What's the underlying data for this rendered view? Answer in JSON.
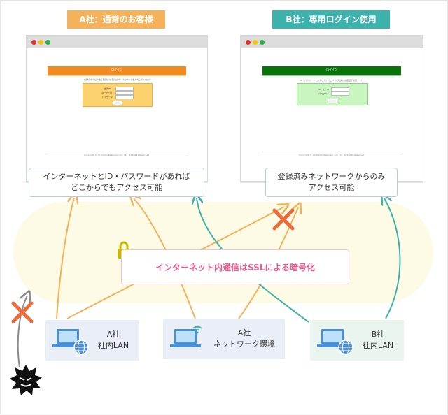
{
  "tags": {
    "a": {
      "label": "A社：通常のお客様",
      "color": "#f5b25b"
    },
    "b": {
      "label": "B社：専用ログイン使用",
      "color": "#3db2ac"
    }
  },
  "screens": {
    "a": {
      "header": "ログイン",
      "intro": "各種のサービスをご利用になるにはID・パスワードを入力してください",
      "id_label": "会員ID",
      "user_label": "ユーザーID",
      "pw_label": "パスワード",
      "button": "ログイン",
      "footer": "Copyright © All Rights Reserved. Co., Ltd. All Rights Reserved."
    },
    "b": {
      "header": "ログイン",
      "intro": "ID・パスワードを入力してください（ご利用には認証が必要です）",
      "user_label": "ユーザーID",
      "pw_label": "パスワード",
      "button": "ログイン",
      "footer": "Copyright © All Rights Reserved. Co., Ltd. All Rights Reserved."
    }
  },
  "captions": {
    "a_line1": "インターネットとID・パスワードがあれば",
    "a_line2": "どこからでもアクセス可能",
    "b_line1": "登録済みネットワークからのみ",
    "b_line2": "アクセス可能"
  },
  "ssl_label": "インターネット内通信はSSLによる暗号化",
  "nodes": {
    "a_lan": {
      "line1": "A社",
      "line2": "社内LAN"
    },
    "a_net": {
      "line1": "A社",
      "line2": "ネットワーク環境"
    },
    "b_lan": {
      "line1": "B社",
      "line2": "社内LAN"
    }
  },
  "colors": {
    "orange": "#f5b25b",
    "teal": "#3db2ac",
    "red_x": "#ee6a3a",
    "lock": "#c9b800"
  },
  "icons": [
    "laptop-icon",
    "globe-icon",
    "wifi-icon",
    "lock-icon",
    "x-mark-icon",
    "virus-icon"
  ]
}
